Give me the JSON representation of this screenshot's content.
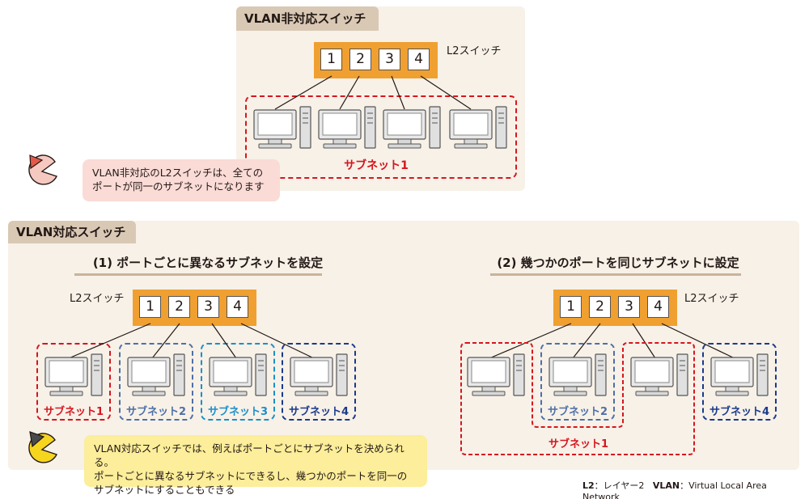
{
  "top": {
    "title": "VLAN非対応スイッチ",
    "switch_label": "L2スイッチ",
    "ports": [
      "1",
      "2",
      "3",
      "4"
    ],
    "subnet_label": "サブネット1",
    "note": [
      "VLAN非対応のL2スイッチは、全ての",
      "ポートが同一のサブネットになります"
    ]
  },
  "bottom": {
    "title": "VLAN対応スイッチ",
    "left": {
      "heading": "(1) ポートごとに異なるサブネットを設定",
      "switch_label": "L2スイッチ",
      "ports": [
        "1",
        "2",
        "3",
        "4"
      ],
      "subnets": [
        "サブネット1",
        "サブネット2",
        "サブネット3",
        "サブネット4"
      ]
    },
    "right": {
      "heading": "(2) 幾つかのポートを同じサブネットに設定",
      "switch_label": "L2スイッチ",
      "ports": [
        "1",
        "2",
        "3",
        "4"
      ],
      "subnets": [
        "サブネット2",
        "サブネット4",
        "サブネット1"
      ]
    },
    "note": [
      "VLAN対応スイッチでは、例えばポートごとにサブネットを決められる。",
      "ポートごとに異なるサブネットにできるし、幾つかのポートを同一の",
      "サブネットにすることもできる"
    ]
  },
  "legend": {
    "l2_key": "L2",
    "l2_value": "：レイヤー2",
    "vlan_key": "VLAN",
    "vlan_value": "：Virtual Local Area  Network"
  },
  "colors": {
    "red": "#d6161e",
    "blue_gray": "#4e6fa8",
    "cyan": "#1c8fc8",
    "navy": "#1a3a8c",
    "switch": "#f0a030"
  },
  "icons": [
    "computer-icon",
    "pacman-red-icon",
    "pacman-yellow-icon"
  ]
}
